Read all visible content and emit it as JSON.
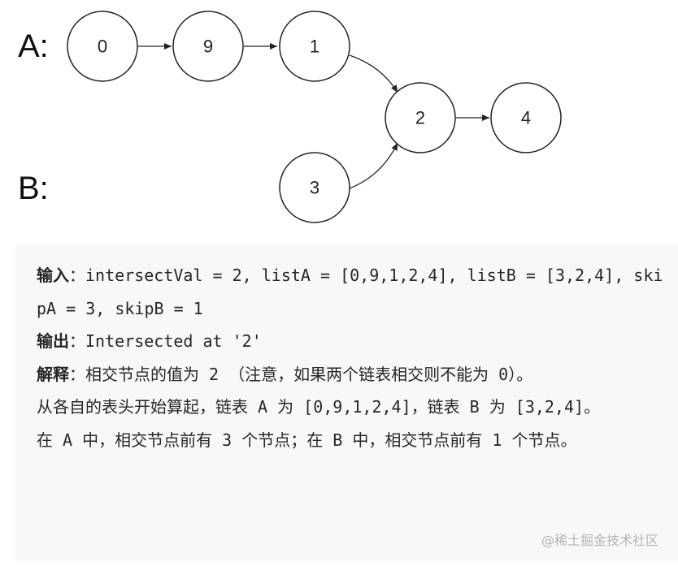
{
  "diagram": {
    "label_a": "A:",
    "label_b": "B:",
    "nodes": {
      "a0": "0",
      "a1": "9",
      "a2": "1",
      "shared1": "2",
      "shared2": "4",
      "b0": "3"
    }
  },
  "example": {
    "input_label": "输入",
    "input_value": "：intersectVal = 2, listA = [0,9,1,2,4], listB = [3,2,4], skipA = 3, skipB = 1",
    "output_label": "输出",
    "output_value": "：Intersected at '2'",
    "explain_label": "解释",
    "explain_value": "：相交节点的值为 2 （注意，如果两个链表相交则不能为 0）。",
    "line2": "从各自的表头开始算起，链表 A 为 [0,9,1,2,4]，链表 B 为 [3,2,4]。",
    "line3": "在 A 中，相交节点前有 3 个节点；在 B 中，相交节点前有 1 个节点。"
  },
  "watermark": "@稀土掘金技术社区"
}
